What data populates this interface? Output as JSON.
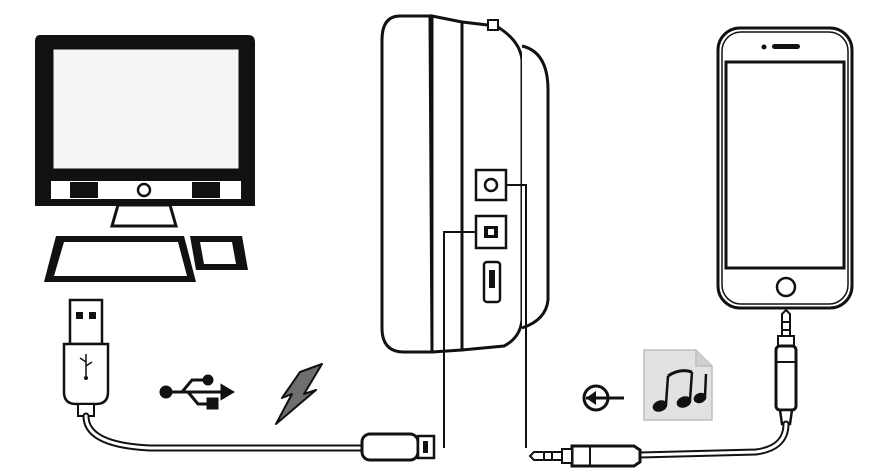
{
  "diagram": {
    "devices": [
      "desktop-computer",
      "headphone-earcup",
      "smartphone"
    ],
    "icons": [
      "usb-plug-icon",
      "usb-symbol-icon",
      "charging-bolt-icon",
      "audio-input-icon",
      "music-note-icon",
      "audio-jack-plug-icon"
    ],
    "colors": {
      "ink": "#111111",
      "screen_fill": "#f5f5f5",
      "bolt_fill": "#6e6e6e",
      "music_bg": "#e2e2e2"
    }
  }
}
